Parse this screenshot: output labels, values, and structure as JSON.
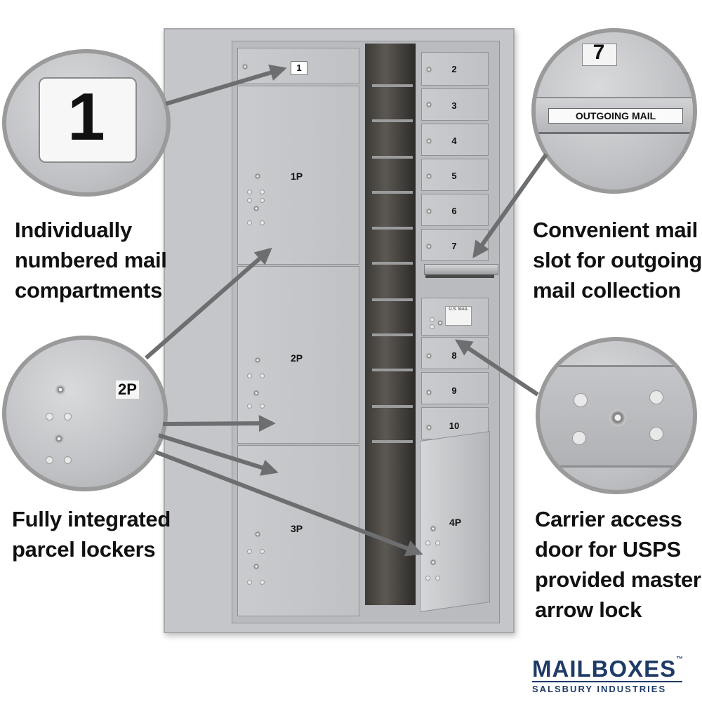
{
  "captions": {
    "numbered": [
      "Individually",
      "numbered mail",
      "compartments"
    ],
    "outgoing": [
      "Convenient mail",
      "slot for outgoing",
      "mail collection"
    ],
    "parcel": [
      "Fully integrated",
      "parcel lockers"
    ],
    "carrier": [
      "Carrier access",
      "door for USPS",
      "provided master",
      "arrow lock"
    ]
  },
  "callouts": {
    "numbered_tag": "1",
    "outgoing_tag": "7",
    "outgoing_label": "OUTGOING MAIL",
    "parcel_tag": "2P"
  },
  "unit": {
    "left_tags": [
      "1"
    ],
    "parcel_tags": [
      "1P",
      "2P",
      "3P",
      "4P"
    ],
    "right_tags": [
      "2",
      "3",
      "4",
      "5",
      "6",
      "7",
      "8",
      "9",
      "10"
    ],
    "usps_label": "U.S. MAIL"
  },
  "logo": {
    "name": "MAILBOXES",
    "tm": "™",
    "sub": "SALSBURY INDUSTRIES",
    "color": "#1f3b66"
  },
  "colors": {
    "metal": "#c4c6c9",
    "arrow": "#6d6e70"
  }
}
